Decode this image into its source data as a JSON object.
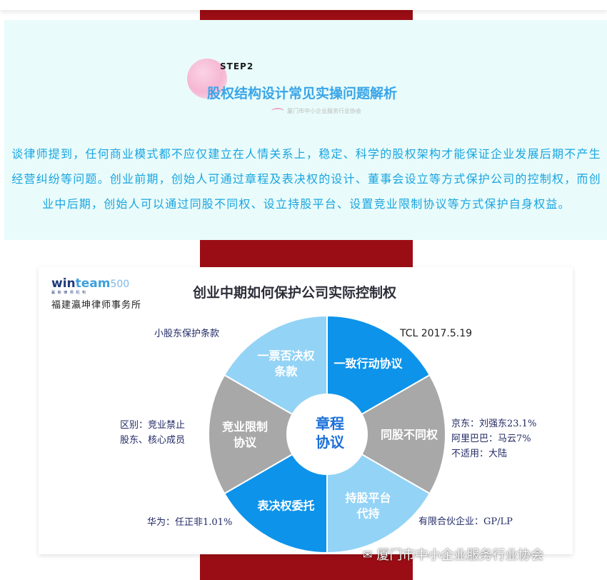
{
  "section": {
    "step_label": "STEP2",
    "title": "股权结构设计常见实操问题解析",
    "brand_small": "厦门市中小企业服务行业协会"
  },
  "paragraph": "谈律师提到，任何商业模式都不应仅建立在人情关系上，稳定、科学的股权架构才能保证企业发展后期不产生经营纠纷等问题。创业前期，创始人可通过章程及表决权的设计、董事会设立等方式保护公司的控制权，而创业中后期，创始人可以通过同股不同权、设立持股平台、设置竞业限制协议等方式保护自身权益。",
  "slide": {
    "logo_win": "win",
    "logo_team": "team",
    "logo_mark": "500",
    "logo_subtitle": "赢 和 律 师 机 构",
    "firm_name": "福建瀛坤律师事务所",
    "title": "创业中期如何保护公司实际控制权",
    "center_label_1": "章程",
    "center_label_2": "协议",
    "segments": [
      {
        "line1": "一致行动协议",
        "line2": ""
      },
      {
        "line1": "同股不同权",
        "line2": ""
      },
      {
        "line1": "持股平台",
        "line2": "代持"
      },
      {
        "line1": "表决权委托",
        "line2": ""
      },
      {
        "line1": "竞业限制",
        "line2": "协议"
      },
      {
        "line1": "一票否决权",
        "line2": "条款"
      }
    ],
    "notes": {
      "top_left": "小股东保护条款",
      "top_right": "TCL 2017.5.19",
      "right_1": "京东：刘强东23.1%",
      "right_2": "阿里巴巴：马云7%",
      "right_3": "不适用：大陆",
      "left_1": "区别：竞业禁止",
      "left_2": "股东、核心成员",
      "bottom_left": "华为：任正非1.01%",
      "bottom_right": "有限合伙企业：GP/LP"
    }
  },
  "watermark": {
    "icon": "wechat-icon",
    "text": "厦门市中小企业服务行业协会"
  },
  "colors": {
    "dark_red": "#9b0d14",
    "cyan_bg": "#e9fcfb",
    "text_blue": "#1aa4e0",
    "seg_blue_dark": "#0d93ea",
    "seg_gray": "#a8a8a8",
    "seg_blue_light": "#93d3f6"
  }
}
